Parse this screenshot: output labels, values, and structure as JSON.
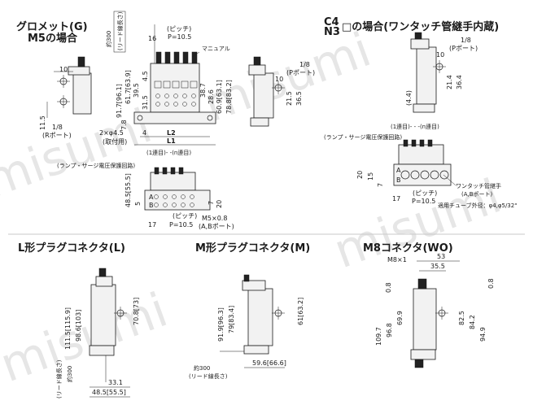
{
  "sections": {
    "grommet_title_line1": "グロメット(G)",
    "grommet_title_line2": "M5の場合",
    "onetouch_title_c4": "C4",
    "onetouch_title_n3": "N3",
    "onetouch_title_rest": "□の場合(ワンタッチ管継手内蔵)",
    "l_plug_title": "L形プラグコネクタ(L)",
    "m_plug_title": "M形プラグコネクタ(M)",
    "m8_title": "M8コネクタ(WO)"
  },
  "grommet": {
    "lead_length": "約300",
    "lead_note": "(リード線長さ)",
    "dim_16": "16",
    "pitch_label": "(ピッチ)",
    "pitch_value": "P=10.5",
    "manual_label": "マニュアル",
    "dim_91_7": "91.7[96.1]",
    "dim_61_7": "61.7[63.9]",
    "dim_39_5": "39.5",
    "dim_31_5": "31.5",
    "dim_4_5": "4.5",
    "dim_38_7": "38.7",
    "dim_28_6": "28.6",
    "dim_60_9": "60.9[63.1]",
    "dim_78_8": "78.8[83.2]",
    "dim_7_8": "7.8",
    "mount_hole": "2×φ4.5",
    "mount_note": "(取付用)",
    "dim_4": "4",
    "L2": "L2",
    "L1": "L1",
    "station_note": "(1連目)- -(n連目)",
    "dim_10": "10",
    "dim_11_5": "11.5",
    "r_port_size": "1/8",
    "r_port_label": "(Rポート)",
    "p_port_size": "1/8",
    "p_port_label": "(Pポート)",
    "dim_10b": "10",
    "dim_21_5": "21.5",
    "dim_36_5": "36.5"
  },
  "grommet_bottom": {
    "surge_label": "(ランプ・サージ電圧保護回路)",
    "dim_48_5": "48.5[55.5]",
    "dim_17": "17",
    "dim_7": "7",
    "dim_5": "5",
    "dim_20": "20",
    "port_A": "A",
    "port_B": "B",
    "pitch_label": "(ピッチ)",
    "pitch_value": "P=10.5",
    "port_thread": "M5×0.8",
    "port_note": "(A,Bポート)"
  },
  "onetouch": {
    "p_port_size": "1/8",
    "p_port_label": "(Pポート)",
    "dim_10": "10",
    "dim_21_4": "21.4",
    "dim_36_4": "36.4",
    "dim_4_4": "(4.4)",
    "station_note": "(1連目)- - -(n連目)",
    "surge_label": "(ランプ・サージ電圧保護回路)",
    "dim_20": "20",
    "dim_15": "15",
    "dim_7": "7",
    "dim_17": "17",
    "port_A": "A",
    "port_B": "B",
    "pitch_label": "(ピッチ)",
    "pitch_value": "P=10.5",
    "fitting_label": "ワンタッチ管継手",
    "fitting_note": "(A,Bポート)",
    "tube_label": "適用チューブ外径：φ4,φ5/32\""
  },
  "l_plug": {
    "dim_111_5": "111.5[115.9]",
    "dim_98_6": "98.6[103]",
    "dim_70_8": "70.8[73]",
    "lead_note": "(リード線長さ)",
    "lead_length": "約300",
    "dim_33_1": "33.1",
    "dim_48_5": "48.5[55.5]"
  },
  "m_plug": {
    "dim_91_9": "91.9[96.3]",
    "dim_79": "79[83.4]",
    "dim_61": "61[63.2]",
    "dim_59_6": "59.6[66.6]",
    "lead_length": "約300",
    "lead_note": "(リード線長さ)"
  },
  "m8": {
    "thread": "M8×1",
    "dim_53": "53",
    "dim_35_5": "35.5",
    "dim_0_8": "0.8",
    "dim_109_7": "109.7",
    "dim_96_8": "96.8",
    "dim_69_9": "69.9",
    "dim_82_5": "82.5",
    "dim_84_2": "84.2",
    "dim_94_9": "94.9"
  },
  "watermark": "misumi",
  "colors": {
    "line": "#1a1a1a",
    "fill": "#f2f2f2",
    "watermark": "#e6e6e6",
    "divider": "#c9c9c9"
  }
}
